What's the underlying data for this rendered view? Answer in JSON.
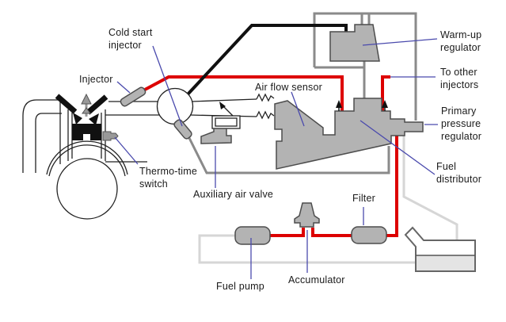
{
  "diagram": {
    "type": "schematic",
    "labels": {
      "cold_start_injector": "Cold start\ninjector",
      "injector": "Injector",
      "warm_up_regulator": "Warm-up\nregulator",
      "to_other_injectors": "To other\ninjectors",
      "primary_pressure_regulator": "Primary\npressure\nregulator",
      "fuel_distributor": "Fuel\ndistributor",
      "air_flow_sensor": "Air flow sensor",
      "thermo_time_switch": "Thermo-time\nswitch",
      "auxiliary_air_valve": "Auxiliary air valve",
      "filter": "Filter",
      "accumulator": "Accumulator",
      "fuel_pump": "Fuel pump"
    },
    "colors": {
      "fuel_pressure_line": "#dd0000",
      "fuel_return_line": "#8a8a8a",
      "tank_line": "#d6d6d6",
      "electrical_wire": "#111111",
      "component_fill": "#b3b3b3",
      "component_stroke": "#4d4d4d",
      "engine_outline": "#222222",
      "pointer_line": "#4a4aad",
      "label_text": "#1a1a1a",
      "background": "#ffffff"
    }
  }
}
